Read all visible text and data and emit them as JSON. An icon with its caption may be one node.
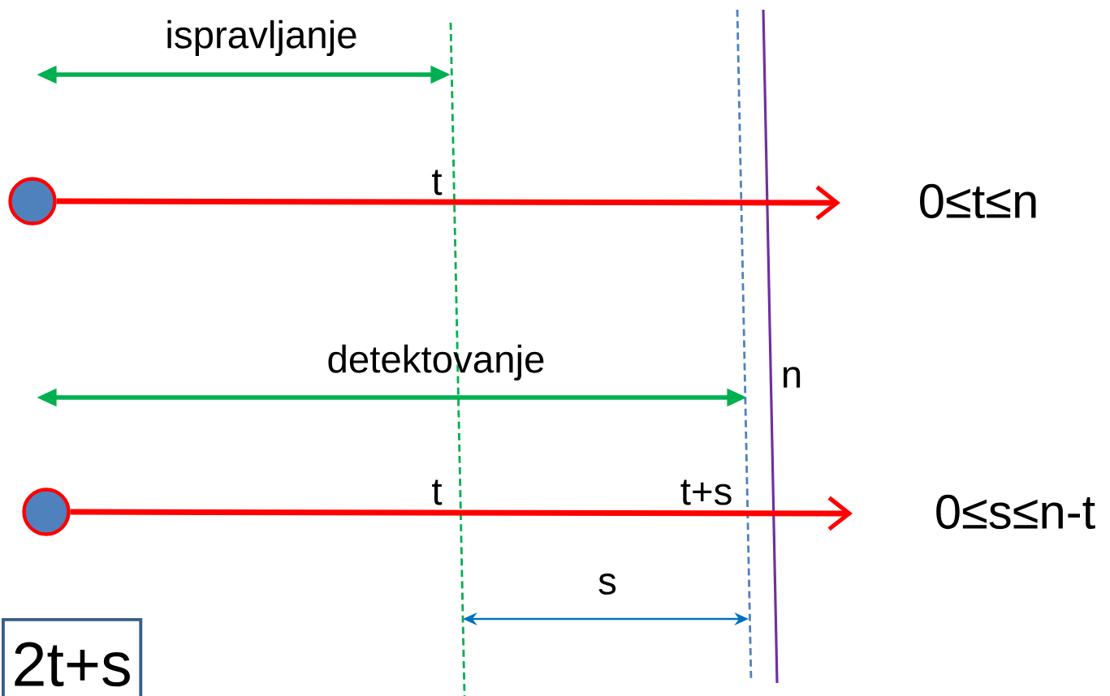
{
  "diagram": {
    "nodes": [
      {
        "text": [],
        "shape": "circle"
      },
      {
        "text": [],
        "shape": "circle"
      },
      {
        "text": [
          "2t+s"
        ]
      }
    ],
    "edges": [
      {
        "from": 0,
        "to": null,
        "arrow": "to"
      },
      {
        "from": 1,
        "to": null,
        "arrow": "to"
      }
    ],
    "labels": [
      "ispravljanje",
      "t",
      "0≤t≤n",
      "detektovanje",
      "n",
      "t",
      "t+s",
      "0≤s≤n-t",
      "s"
    ]
  }
}
